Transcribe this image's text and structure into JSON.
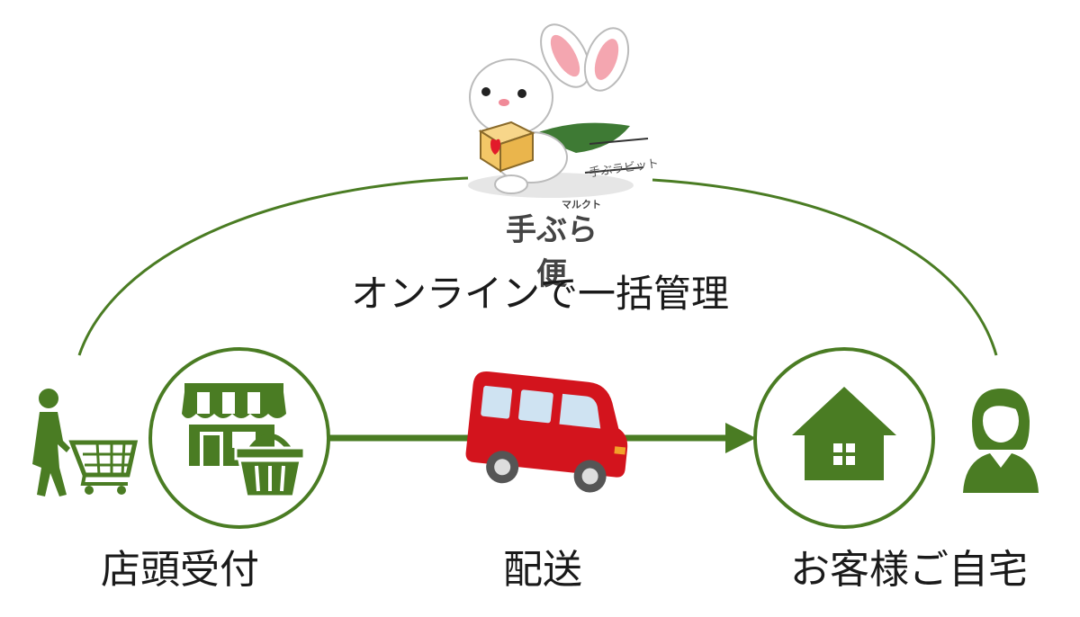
{
  "diagram": {
    "mascot": {
      "brand_name": "手ぶら便",
      "brand_ruby": "マルクト",
      "badge_text": "手ぶラビット",
      "icon": "rabbit-mascot-icon"
    },
    "center_title": "オンラインで一括管理",
    "stages": [
      {
        "label": "店頭受付",
        "icon": "shop-with-basket-icon",
        "person_icon": "shopper-with-cart-icon"
      },
      {
        "label": "配送",
        "icon": "delivery-van-icon"
      },
      {
        "label": "お客様ご自宅",
        "icon": "house-icon",
        "person_icon": "customer-woman-icon"
      }
    ],
    "colors": {
      "accent_green": "#4a7c23",
      "van_red": "#d3141d",
      "text": "#1a1a1a"
    }
  }
}
